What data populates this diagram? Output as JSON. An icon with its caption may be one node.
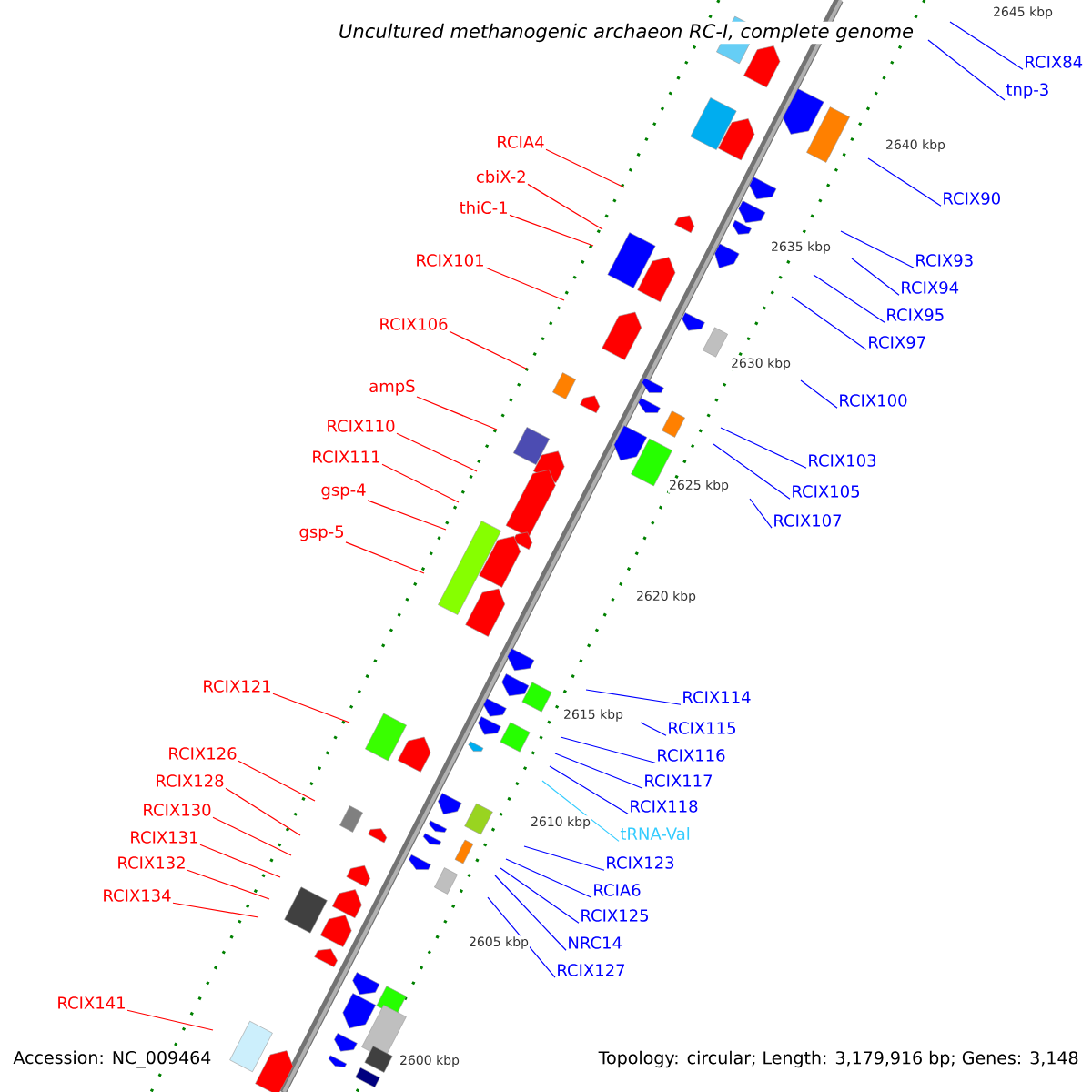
{
  "diagram": {
    "title": "Uncultured methanogenic archaeon RC-I, complete genome",
    "nodes": [
      {
        "text": [
          "RCIA4"
        ]
      },
      {
        "text": [
          "cbiX-2"
        ]
      },
      {
        "text": [
          "thiC-1"
        ]
      },
      {
        "text": [
          "RCIX101"
        ]
      },
      {
        "text": [
          "RCIX106"
        ]
      },
      {
        "text": [
          "ampS"
        ]
      },
      {
        "text": [
          "RCIX110"
        ]
      },
      {
        "text": [
          "RCIX111"
        ]
      },
      {
        "text": [
          "gsp-4"
        ]
      },
      {
        "text": [
          "gsp-5"
        ]
      },
      {
        "text": [
          "RCIX121"
        ]
      },
      {
        "text": [
          "RCIX126"
        ]
      },
      {
        "text": [
          "RCIX128"
        ]
      },
      {
        "text": [
          "RCIX130"
        ]
      },
      {
        "text": [
          "RCIX131"
        ]
      },
      {
        "text": [
          "RCIX132"
        ]
      },
      {
        "text": [
          "RCIX134"
        ]
      },
      {
        "text": [
          "RCIX141"
        ]
      },
      {
        "text": [
          "RCIX84"
        ]
      },
      {
        "text": [
          "tnp-3"
        ]
      },
      {
        "text": [
          "RCIX90"
        ]
      },
      {
        "text": [
          "RCIX93"
        ]
      },
      {
        "text": [
          "RCIX94"
        ]
      },
      {
        "text": [
          "RCIX95"
        ]
      },
      {
        "text": [
          "RCIX97"
        ]
      },
      {
        "text": [
          "RCIX100"
        ]
      },
      {
        "text": [
          "RCIX103"
        ]
      },
      {
        "text": [
          "RCIX105"
        ]
      },
      {
        "text": [
          "RCIX107"
        ]
      },
      {
        "text": [
          "RCIX114"
        ]
      },
      {
        "text": [
          "RCIX115"
        ]
      },
      {
        "text": [
          "RCIX116"
        ]
      },
      {
        "text": [
          "RCIX117"
        ]
      },
      {
        "text": [
          "RCIX118"
        ]
      },
      {
        "text": [
          "tRNA-Val"
        ]
      },
      {
        "text": [
          "RCIX123"
        ]
      },
      {
        "text": [
          "RCIA6"
        ]
      },
      {
        "text": [
          "RCIX125"
        ]
      },
      {
        "text": [
          "NRC14"
        ]
      },
      {
        "text": [
          "RCIX127"
        ]
      }
    ],
    "edges": [
      {
        "from": 0,
        "to": null,
        "arrow": "none",
        "color": "#ff0000"
      },
      {
        "from": 1,
        "to": null,
        "arrow": "none",
        "color": "#ff0000"
      },
      {
        "from": 2,
        "to": null,
        "arrow": "none",
        "color": "#ff0000"
      },
      {
        "from": 3,
        "to": null,
        "arrow": "none",
        "color": "#ff0000"
      },
      {
        "from": 4,
        "to": null,
        "arrow": "none",
        "color": "#ff0000"
      },
      {
        "from": 5,
        "to": null,
        "arrow": "none",
        "color": "#ff0000"
      },
      {
        "from": 6,
        "to": null,
        "arrow": "none",
        "color": "#ff0000"
      },
      {
        "from": 7,
        "to": null,
        "arrow": "none",
        "color": "#ff0000"
      },
      {
        "from": 8,
        "to": null,
        "arrow": "none",
        "color": "#ff0000"
      },
      {
        "from": 9,
        "to": null,
        "arrow": "none",
        "color": "#ff0000"
      },
      {
        "from": 10,
        "to": null,
        "arrow": "none",
        "color": "#ff0000"
      },
      {
        "from": 11,
        "to": null,
        "arrow": "none",
        "color": "#ff0000"
      },
      {
        "from": 12,
        "to": null,
        "arrow": "none",
        "color": "#ff0000"
      },
      {
        "from": 13,
        "to": null,
        "arrow": "none",
        "color": "#ff0000"
      },
      {
        "from": 14,
        "to": null,
        "arrow": "none",
        "color": "#ff0000"
      },
      {
        "from": 15,
        "to": null,
        "arrow": "none",
        "color": "#ff0000"
      },
      {
        "from": 16,
        "to": null,
        "arrow": "none",
        "color": "#ff0000"
      },
      {
        "from": 17,
        "to": null,
        "arrow": "none",
        "color": "#ff0000"
      },
      {
        "from": 18,
        "to": null,
        "arrow": "none",
        "color": "#0000ff"
      },
      {
        "from": 19,
        "to": null,
        "arrow": "none",
        "color": "#0000ff"
      },
      {
        "from": 20,
        "to": null,
        "arrow": "none",
        "color": "#0000ff"
      },
      {
        "from": 21,
        "to": null,
        "arrow": "none",
        "color": "#0000ff"
      },
      {
        "from": 22,
        "to": null,
        "arrow": "none",
        "color": "#0000ff"
      },
      {
        "from": 23,
        "to": null,
        "arrow": "none",
        "color": "#0000ff"
      },
      {
        "from": 24,
        "to": null,
        "arrow": "none",
        "color": "#0000ff"
      },
      {
        "from": 25,
        "to": null,
        "arrow": "none",
        "color": "#0000ff"
      },
      {
        "from": 26,
        "to": null,
        "arrow": "none",
        "color": "#0000ff"
      },
      {
        "from": 27,
        "to": null,
        "arrow": "none",
        "color": "#0000ff"
      },
      {
        "from": 28,
        "to": null,
        "arrow": "none",
        "color": "#0000ff"
      },
      {
        "from": 29,
        "to": null,
        "arrow": "none",
        "color": "#0000ff"
      },
      {
        "from": 30,
        "to": null,
        "arrow": "none",
        "color": "#0000ff"
      },
      {
        "from": 31,
        "to": null,
        "arrow": "none",
        "color": "#0000ff"
      },
      {
        "from": 32,
        "to": null,
        "arrow": "none",
        "color": "#0000ff"
      },
      {
        "from": 33,
        "to": null,
        "arrow": "none",
        "color": "#0000ff"
      },
      {
        "from": 34,
        "to": null,
        "arrow": "none",
        "color": "#33ccff"
      },
      {
        "from": 35,
        "to": null,
        "arrow": "none",
        "color": "#0000ff"
      },
      {
        "from": 36,
        "to": null,
        "arrow": "none",
        "color": "#0000ff"
      },
      {
        "from": 37,
        "to": null,
        "arrow": "none",
        "color": "#0000ff"
      },
      {
        "from": 38,
        "to": null,
        "arrow": "none",
        "color": "#0000ff"
      },
      {
        "from": 39,
        "to": null,
        "arrow": "none",
        "color": "#0000ff"
      }
    ],
    "labels": [
      "2645 kbp",
      "2640 kbp",
      "2635 kbp",
      "2630 kbp",
      "2625 kbp",
      "2620 kbp",
      "2615 kbp",
      "2610 kbp",
      "2605 kbp",
      "2600 kbp",
      "Accession: NC_009464",
      "Topology: circular; Length: 3,179,916 bp; Genes: 3,148"
    ]
  }
}
